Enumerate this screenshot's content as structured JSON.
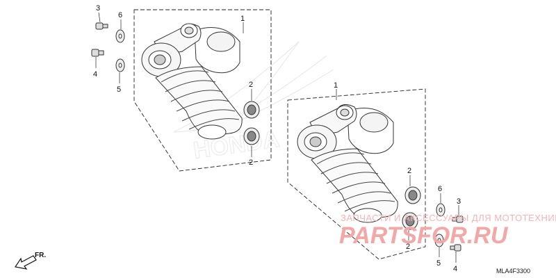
{
  "diagram": {
    "callouts": {
      "left_shock": "1",
      "right_shock": "1",
      "left_bushing_upper": "2",
      "left_bushing_lower": "2",
      "right_bushing_upper": "2",
      "right_bushing_lower": "2",
      "left_bolt_upper": "3",
      "left_bolt_lower": "4",
      "left_washer_lower": "5",
      "left_washer_upper": "6",
      "right_washer_upper": "6",
      "right_bolt_upper": "3",
      "right_washer_lower": "5",
      "right_bolt_lower": "4"
    },
    "direction_label": "FR.",
    "diagram_code": "MLA4F3300",
    "watermark": {
      "tagline": "ЗАПЧАСТИ И АКСЕССУАРЫ ДЛЯ МОТОТЕХНИКИ",
      "brand": "PARTSFOR.RU",
      "background_logo": "HONDA"
    }
  }
}
